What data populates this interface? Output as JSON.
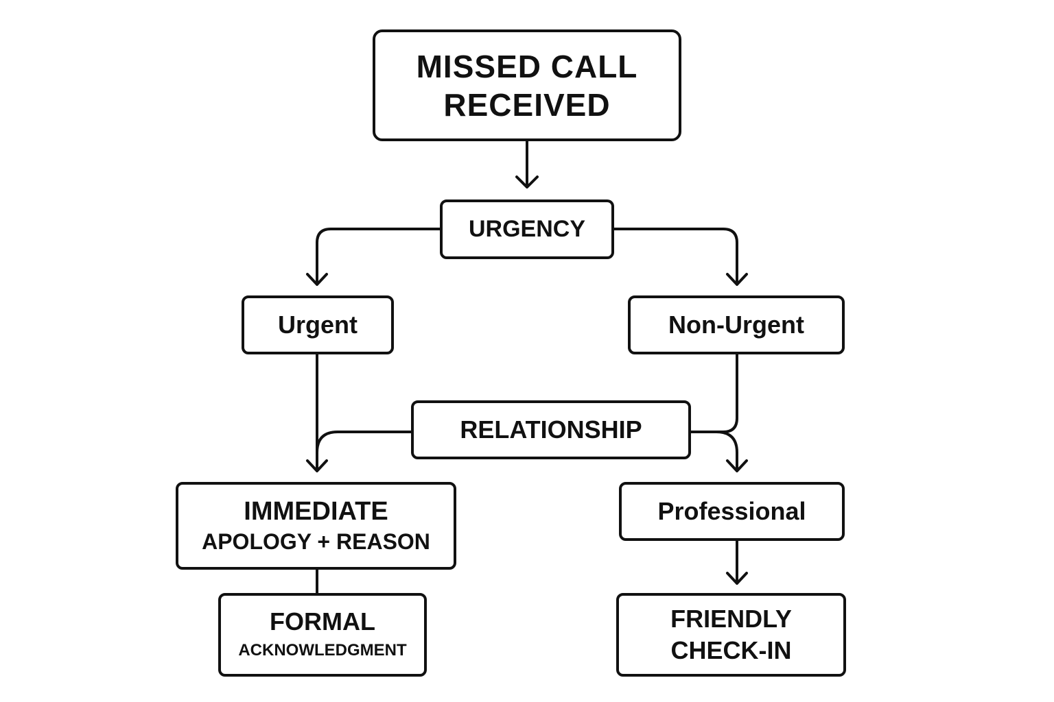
{
  "nodes": {
    "missed_call": {
      "line1": "MISSED CALL",
      "line2": "RECEIVED"
    },
    "urgency": "URGENCY",
    "urgent": "Urgent",
    "non_urgent": "Non-Urgent",
    "relationship": "RELATIONSHIP",
    "immediate": {
      "line1": "IMMEDIATE",
      "line2": "APOLOGY + REASON"
    },
    "professional": "Professional",
    "formal": {
      "line1": "FORMAL",
      "line2": "ACKNOWLEDGMENT"
    },
    "friendly": {
      "line1": "FRIENDLY",
      "line2": "CHECK-IN"
    }
  },
  "colors": {
    "stroke": "#111111",
    "background": "#ffffff"
  }
}
